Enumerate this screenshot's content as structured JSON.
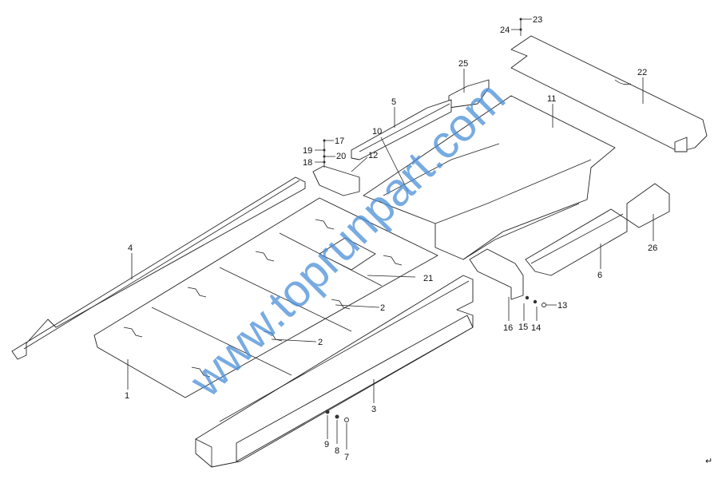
{
  "watermark": "www.toprunpart.com",
  "return_mark": "↵",
  "labels": {
    "p1": "1",
    "p2a": "2",
    "p2b": "2",
    "p3": "3",
    "p4": "4",
    "p5": "5",
    "p6": "6",
    "p7": "7",
    "p8": "8",
    "p9": "9",
    "p10": "10",
    "p11": "11",
    "p12": "12",
    "p13": "13",
    "p14": "14",
    "p15": "15",
    "p16": "16",
    "p17": "17",
    "p18": "18",
    "p19": "19",
    "p20": "20",
    "p21": "21",
    "p22": "22",
    "p23": "23",
    "p24": "24",
    "p25": "25",
    "p26": "26"
  },
  "colors": {
    "line": "#222222",
    "watermark": "#4a90d9"
  }
}
